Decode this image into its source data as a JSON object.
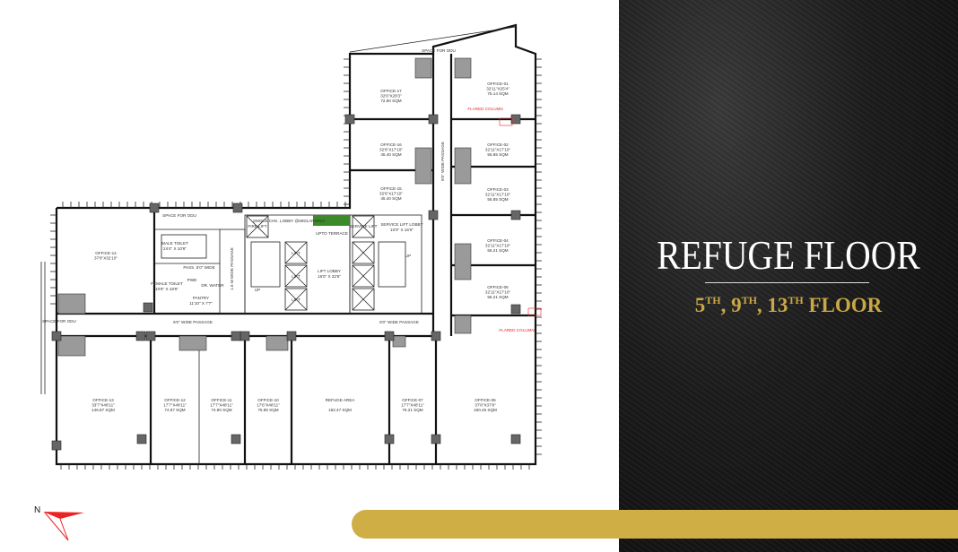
{
  "title": "REFUGE FLOOR",
  "subtitle": {
    "parts": [
      "5",
      "TH",
      ", 9",
      "TH",
      ", 13",
      "TH",
      " FLOOR"
    ]
  },
  "colors": {
    "gold": "#cfae45",
    "panel": "#141414",
    "flared_column": "#e22222",
    "terrace_green": "#3d8a2a"
  },
  "compass": {
    "label": "N",
    "icon": "north-arrow-icon"
  },
  "plan": {
    "rooms": [
      {
        "name": "OFFICE-17",
        "dim": "32'6\"X28'3\"",
        "area": "72.80 SQM"
      },
      {
        "name": "OFFICE-16",
        "dim": "32'6\"X17'10\"",
        "area": "45.40 SQM"
      },
      {
        "name": "OFFICE-15",
        "dim": "32'6\"X17'10\"",
        "area": "45.40 SQM"
      },
      {
        "name": "OFFICE-01",
        "dim": "32'11\"X25'4\"",
        "area": "75.14 SQM"
      },
      {
        "name": "OFFICE-02",
        "dim": "32'11\"X17'10\"",
        "area": "55.85 SQM"
      },
      {
        "name": "OFFICE-03",
        "dim": "32'11\"X17'10\"",
        "area": "55.85 SQM"
      },
      {
        "name": "OFFICE-04",
        "dim": "32'11\"X17'10\"",
        "area": "55.21 SQM"
      },
      {
        "name": "OFFICE-05",
        "dim": "32'11\"X17'10\"",
        "area": "55.21 SQM"
      },
      {
        "name": "OFFICE-14",
        "dim": "37'8\"X32'10\"",
        "area": ""
      },
      {
        "name": "OFFICE-13",
        "dim": "33'7\"X48'11\"",
        "area": "146.87 SQM"
      },
      {
        "name": "OFFICE-12",
        "dim": "17'7\"X48'11\"",
        "area": "74.87 SQM"
      },
      {
        "name": "OFFICE-11",
        "dim": "17'7\"X48'11\"",
        "area": "74.80 SQM"
      },
      {
        "name": "OFFICE-10",
        "dim": "17'6\"X48'11\"",
        "area": "75.85 SQM"
      },
      {
        "name": "REFUGE AREA",
        "dim": "",
        "area": "182.47 SQM"
      },
      {
        "name": "OFFICE-07",
        "dim": "17'7\"X48'11\"",
        "area": "76.21 SQM"
      },
      {
        "name": "OFFICE-06",
        "dim": "37'8\"X37'8\"",
        "area": "160.45 SQM"
      }
    ],
    "labels": {
      "space_odu_top": "SPACE FOR ODU",
      "space_odu_mid": "SPACE FOR ODU",
      "space_odu_left": "SPACE FOR ODU",
      "male_toilet": "MALE TOILET",
      "male_toilet_dim": "24'4\" X 10'6\"",
      "female_toilet": "FEMALE TOILET",
      "female_toilet_dim": "10'6\" X 18'6\"",
      "pass": "PASS. 5'0\" WIDE",
      "pwd": "PWD",
      "dr_water": "DR. WATER",
      "pantry": "PANTRY",
      "pantry_dim": "11'10\" X 7'7\"",
      "passage_vertical_left": "1.5 M WIDE PASSAGE",
      "passage_vertical_right": "6'0\" WIDE PASSAGE",
      "passage_left": "6'0\" WIDE PASSAGE",
      "passage_right": "6'0\" WIDE PASSAGE",
      "fire_lift": "FIRE LIFT",
      "smoke_lobby": "SMOKE CHK. LOBBY @MIDLANDING",
      "upto_terrace": "UPTO TERRACE",
      "lift_lobby": "LIFT LOBBY",
      "lift_lobby_dim": "16'0\" X 32'6\"",
      "service_lift": "SERVICE LIFT",
      "service_lift_lobby": "SERVICE LIFT LOBBY",
      "service_lift_lobby_dim": "10'0\" X 16'0\"",
      "lift": "LIFT",
      "up": "UP",
      "flared_column": "FLARED COLUMN"
    }
  }
}
